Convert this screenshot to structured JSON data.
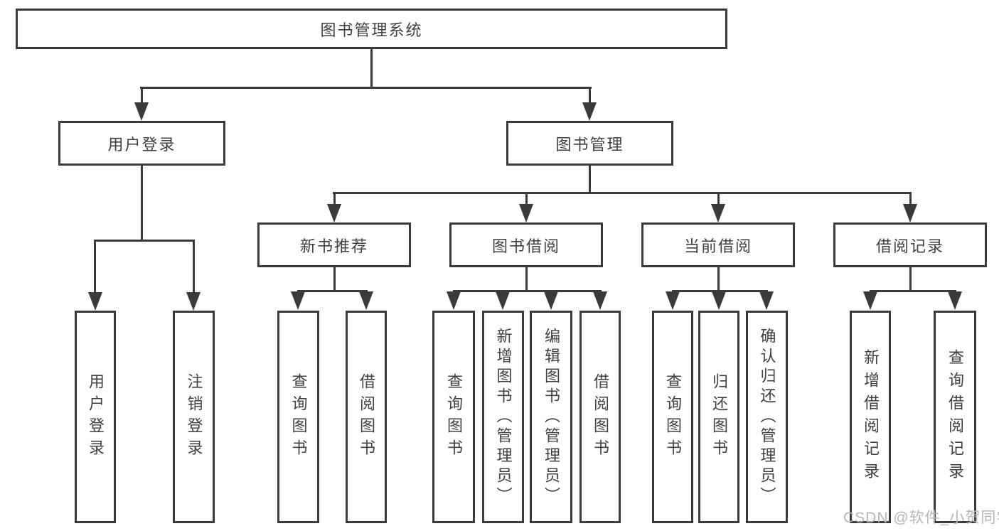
{
  "tree": {
    "root": "图书管理系统",
    "branches": [
      {
        "label": "用户登录",
        "children": [
          "用户登录",
          "注销登录"
        ]
      },
      {
        "label": "图书管理",
        "groups": [
          {
            "label": "新书推荐",
            "children": [
              "查询图书",
              "借阅图书"
            ]
          },
          {
            "label": "图书借阅",
            "children": [
              "查询图书",
              "新增图书（管理员）",
              "编辑图书（管理员）",
              "借阅图书"
            ]
          },
          {
            "label": "当前借阅",
            "children": [
              "查询图书",
              "归还图书",
              "确认归还（管理员）"
            ]
          },
          {
            "label": "借阅记录",
            "children": [
              "新增借阅记录",
              "查询借阅记录"
            ]
          }
        ]
      }
    ]
  },
  "watermark": {
    "text": "CSDN @软件_小贺同学"
  },
  "colors": {
    "line": "#3a3a3a",
    "text": "#404040",
    "background": "#ffffff",
    "watermark": "#b6b6b6"
  }
}
